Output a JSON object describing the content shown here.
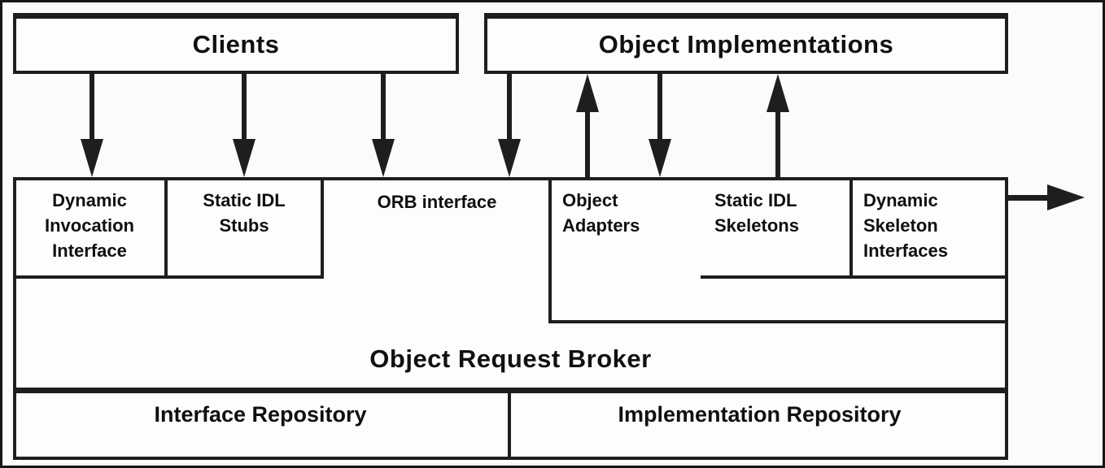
{
  "diagram": {
    "top_row": {
      "clients": {
        "label": "Clients"
      },
      "object_implementations": {
        "label": "Object Implementations"
      }
    },
    "orb_box": {
      "label": "Object Request Broker",
      "cells": {
        "dynamic_invocation_interface": {
          "lines": [
            "Dynamic",
            "Invocation",
            "Interface"
          ]
        },
        "static_idl_stubs": {
          "lines": [
            "Static IDL",
            "Stubs"
          ]
        },
        "orb_interface": {
          "lines": [
            "ORB interface"
          ]
        },
        "object_adapters": {
          "lines": [
            "Object",
            "Adapters"
          ]
        },
        "static_idl_skeletons": {
          "lines": [
            "Static IDL",
            "Skeletons"
          ]
        },
        "dynamic_skeleton_interfaces": {
          "lines": [
            "Dynamic",
            "Skeleton",
            "Interfaces"
          ]
        }
      }
    },
    "repositories": {
      "interface_repository": {
        "label": "Interface Repository"
      },
      "implementation_repository": {
        "label": "Implementation Repository"
      }
    },
    "arrows": [
      {
        "direction": "down",
        "from": "clients",
        "to": "dynamic-invocation-interface"
      },
      {
        "direction": "down",
        "from": "clients",
        "to": "static-idl-stubs"
      },
      {
        "direction": "down",
        "from": "clients",
        "to": "orb-interface"
      },
      {
        "direction": "down",
        "from": "object-implementations",
        "to": "orb-core"
      },
      {
        "direction": "up",
        "from": "object-adapters",
        "to": "object-implementations"
      },
      {
        "direction": "down",
        "from": "object-implementations",
        "to": "object-adapters"
      },
      {
        "direction": "up",
        "from": "static-idl-skeletons",
        "to": "object-implementations"
      },
      {
        "direction": "right",
        "from": "object-request-broker",
        "to": "outside"
      }
    ],
    "colors": {
      "line": "#1e1e1e",
      "text": "#101010",
      "background": "#fbfbfb",
      "box_fill": "#fdfdfd"
    }
  }
}
